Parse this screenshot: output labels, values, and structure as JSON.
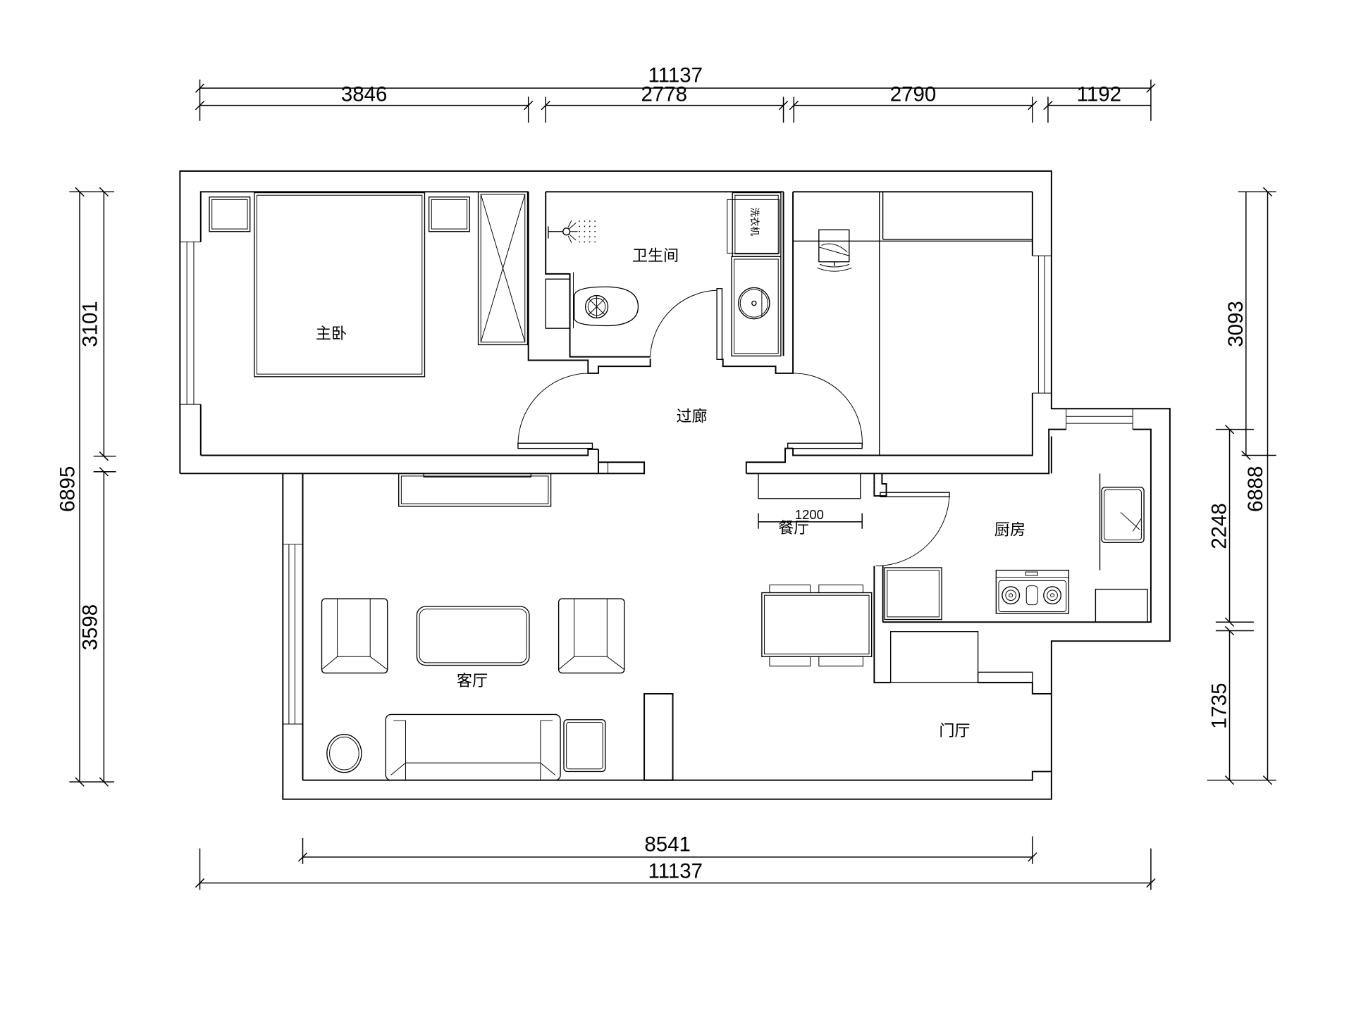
{
  "drawing": {
    "type": "apartment floor plan",
    "units": "mm"
  },
  "dimensions": {
    "top": {
      "overall": "11137",
      "segments": [
        "3846",
        "2778",
        "2790",
        "1192"
      ]
    },
    "bottom": {
      "inner": "8541",
      "overall": "11137"
    },
    "left": {
      "overall": "6895",
      "segments": [
        "3101",
        "3598"
      ]
    },
    "right": {
      "overall": "6888",
      "segments": [
        "3093",
        "2248",
        "1735"
      ]
    },
    "dining_table_width": "1200"
  },
  "rooms": {
    "master_bedroom": "主卧",
    "bathroom": "卫生间",
    "corridor": "过廊",
    "dining": "餐厅",
    "kitchen": "厨房",
    "living_room": "客厅",
    "entrance_hall": "门厅"
  },
  "fixtures": {
    "washing_machine": "洗衣机"
  }
}
